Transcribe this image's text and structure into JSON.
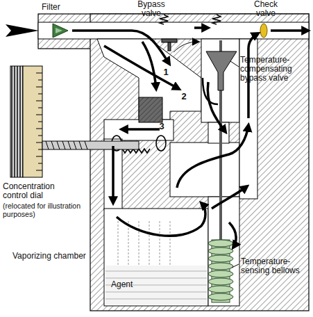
{
  "diagram": {
    "labels": [
      "Filter",
      "Bypass valve",
      "Check valve",
      "Temperature-compensating bypass valve",
      "Concentration control dial",
      "(relocated for illustration purposes)",
      "1",
      "2",
      "3",
      "Vaporizing chamber",
      "Agent",
      "Temperature-sensing bellows"
    ]
  }
}
